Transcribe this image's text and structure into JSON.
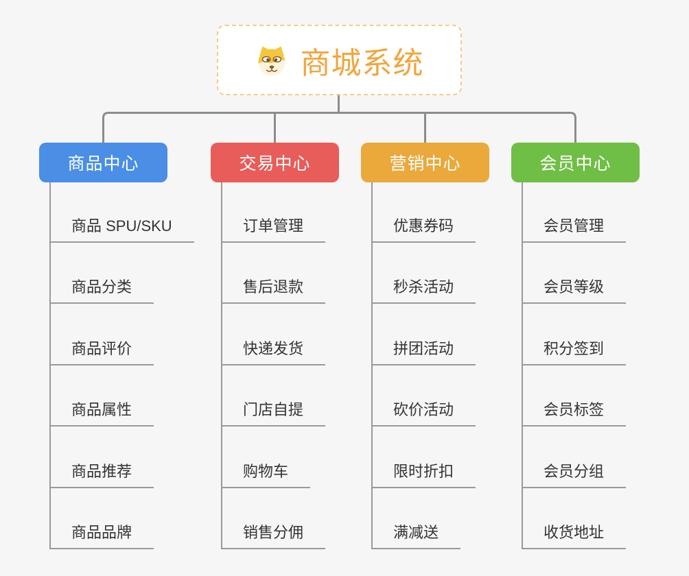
{
  "app": {
    "type": "mind-map"
  },
  "colors": {
    "background": "#F6F6F6",
    "root_text": "#F0A63E",
    "root_border": "#F6C98B",
    "connector": "#8C8C8C",
    "leaf_line": "#999999",
    "leaf_text": "#333333"
  },
  "root": {
    "label": "商城系统",
    "icon": "dog-face-icon"
  },
  "branches": [
    {
      "label": "商品中心",
      "color": "#4A8EE6",
      "items": [
        "商品 SPU/SKU",
        "商品分类",
        "商品评价",
        "商品属性",
        "商品推荐",
        "商品品牌"
      ]
    },
    {
      "label": "交易中心",
      "color": "#E85C5A",
      "items": [
        "订单管理",
        "售后退款",
        "快递发货",
        "门店自提",
        "购物车",
        "销售分佣"
      ]
    },
    {
      "label": "营销中心",
      "color": "#EBA83B",
      "items": [
        "优惠券码",
        "秒杀活动",
        "拼团活动",
        "砍价活动",
        "限时折扣",
        "满减送"
      ]
    },
    {
      "label": "会员中心",
      "color": "#6FBE45",
      "items": [
        "会员管理",
        "会员等级",
        "积分签到",
        "会员标签",
        "会员分组",
        "收货地址"
      ]
    }
  ]
}
